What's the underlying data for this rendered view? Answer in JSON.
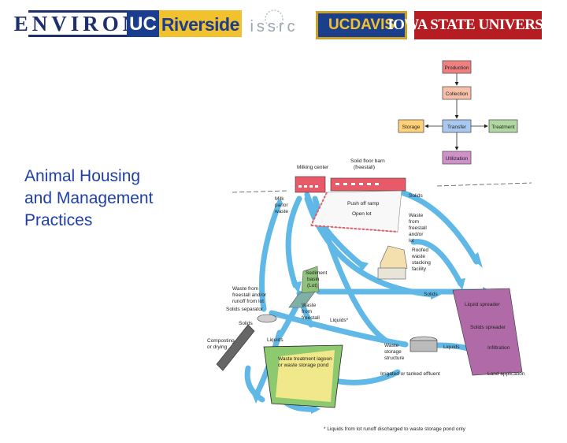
{
  "logos": {
    "environ": "ENVIRON",
    "ucr_uc": "UC",
    "ucr_riverside": "Riverside",
    "issrc": "issrc",
    "ucdavis": "UCDAVIS",
    "iowa": "IOWA STATE UNIVERSITY"
  },
  "slide": {
    "title_line1": "Animal Housing",
    "title_line2": "and Management",
    "title_line3": "Practices"
  },
  "flowchart": {
    "production": "Production",
    "collection": "Collection",
    "storage": "Storage",
    "transfer": "Transfer",
    "treatment": "Treatment",
    "utilization": "Utilization"
  },
  "labels": {
    "milking_center": "Milking center",
    "solid_floor_barn_1": "Solid floor barn",
    "solid_floor_barn_2": "(freestall)",
    "solids_top": "Solids",
    "milk_parlor_1": "Milk",
    "milk_parlor_2": "parlor",
    "milk_parlor_3": "waste",
    "push_off_ramp": "Push off ramp",
    "open_lot": "Open lot",
    "waste_freestall_1": "Waste",
    "waste_freestall_2": "from",
    "waste_freestall_3": "freestall",
    "waste_freestall_4": "and/or",
    "waste_freestall_5": "lot",
    "roofed_1": "Roofed",
    "roofed_2": "waste",
    "roofed_3": "stacking",
    "roofed_4": "facility",
    "sediment_1": "Sediment",
    "sediment_2": "basin",
    "sediment_3": "(Lot)",
    "runoff_1": "Waste from",
    "runoff_2": "freestall and/or",
    "runoff_3": "runoff from lot",
    "solids_separator": "Solids separator",
    "solids_mid": "Solids",
    "solids_right": "Solids",
    "waste_fs_1": "Waste",
    "waste_fs_2": "from",
    "waste_fs_3": "freestall",
    "liquids_star": "Liquids*",
    "composting_1": "Composting",
    "composting_2": "or drying",
    "liquids_left": "Liquids",
    "liquids_right": "Liquids",
    "lagoon_1": "Waste treatment lagoon",
    "lagoon_2": "or waste storage pond",
    "storage_1": "Waste",
    "storage_2": "storage",
    "storage_3": "structure",
    "irrigated": "Irrigated or tanked effluent",
    "liquid_spreader": "Liquid spreader",
    "solids_spreader": "Solids spreader",
    "infiltration": "Infiltration",
    "land_application": "Land application",
    "footnote": "* Liquids from lot runoff discharged to waste storage pond only"
  },
  "colors": {
    "title": "#1f3fa6",
    "production": "#f08080",
    "collection": "#f8c0a8",
    "storage": "#ffd27a",
    "transfer": "#a8c8f0",
    "treatment": "#b0d8a0",
    "utilization": "#d090c8",
    "arrow": "#5fb8e6",
    "land": "#b06aa8"
  }
}
